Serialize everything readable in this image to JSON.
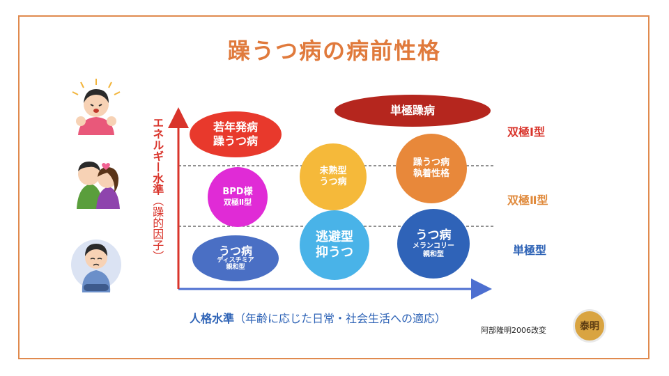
{
  "title": "躁うつ病の病前性格",
  "y_axis": {
    "label_main": "エネルギー水準",
    "label_sub": "（躁的因子）"
  },
  "x_axis": {
    "label_main": "人格水準",
    "label_sub": "（年齢に応じた日常・社会生活への適応）"
  },
  "citation": "阿部隆明2006改変",
  "tiers": [
    {
      "label": "双極Ⅰ型",
      "color": "#d9342b"
    },
    {
      "label": "双極Ⅱ型",
      "color": "#e08a3c"
    },
    {
      "label": "単極型",
      "color": "#2e63b6"
    }
  ],
  "blobs": {
    "unipolar_mania": {
      "line1": "単極躁病",
      "color": "#b5261e"
    },
    "youth_manic": {
      "line1": "若年発病",
      "line2": "躁うつ病",
      "color": "#e8392c"
    },
    "bpd": {
      "line1": "BPD様",
      "line2": "双極Ⅱ型",
      "color": "#e02bd6"
    },
    "dysthymia": {
      "line1": "うつ病",
      "line2": "ディスチミア",
      "line3": "親和型",
      "color": "#4a6fc4"
    },
    "immature": {
      "line1": "未熟型",
      "line2": "うつ病",
      "color": "#f5b93a"
    },
    "avoidant": {
      "line1": "逃避型",
      "line2": "抑うつ",
      "color": "#49b3e8"
    },
    "obsessive": {
      "line1": "躁うつ病",
      "line2": "執着性格",
      "color": "#e8883a"
    },
    "melancholic": {
      "line1": "うつ病",
      "line2": "メランコリー",
      "line3": "親和型",
      "color": "#2f63b8"
    }
  },
  "illustrations": {
    "top": "excited-person-icon",
    "middle": "hugging-couple-icon",
    "bottom": "sad-person-icon"
  },
  "logo_text": "泰明"
}
